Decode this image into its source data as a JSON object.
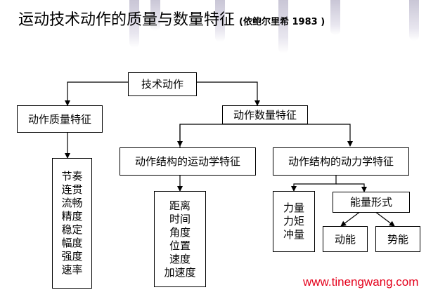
{
  "title": {
    "main": "运动技术动作的质量与数量特征",
    "citation": "(依鲍尔里希 1983 )"
  },
  "nodes": {
    "root": "技术动作",
    "quality": "动作质量特征",
    "quantity": "动作数量特征",
    "kinematic": "动作结构的运动学特征",
    "dynamic": "动作结构的动力学特征",
    "energy": "能量形式",
    "kinetic": "动能",
    "potential": "势能"
  },
  "lists": {
    "quality_items": [
      "节奏",
      "连贯",
      "流畅",
      "精度",
      "稳定",
      "幅度",
      "强度",
      "速率"
    ],
    "kinematic_items": [
      "距离",
      "时间",
      "角度",
      "位置",
      "速度",
      "加速度"
    ],
    "dynamic_items": [
      "力量",
      "力矩",
      "冲量"
    ]
  },
  "footer": {
    "url": "www.tinengwang.com"
  },
  "colors": {
    "line": "#000000",
    "footer_text": "#e4001b",
    "drips": "#c9c6d6"
  }
}
